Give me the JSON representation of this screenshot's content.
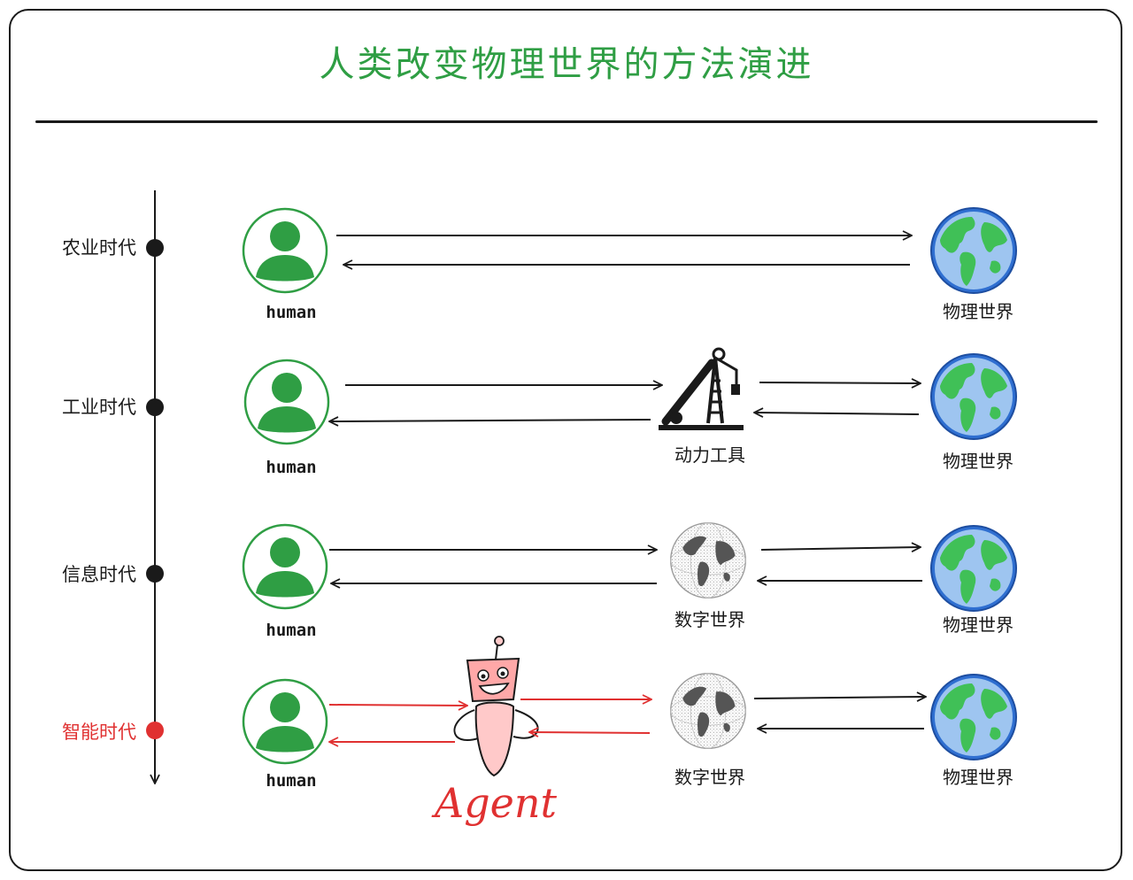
{
  "title": "人类改变物理世界的方法演进",
  "eras": [
    {
      "label": "农业时代",
      "highlight": false
    },
    {
      "label": "工业时代",
      "highlight": false
    },
    {
      "label": "信息时代",
      "highlight": false
    },
    {
      "label": "智能时代",
      "highlight": true
    }
  ],
  "labels": {
    "human": "human",
    "physical_world": "物理世界",
    "power_tools": "动力工具",
    "digital_world": "数字世界",
    "agent": "Agent"
  },
  "colors": {
    "title": "#2f9e44",
    "human_green": "#2f9e44",
    "highlight_red": "#e03131",
    "line_dark": "#1a1a1a",
    "globe_ocean": "#2f6fd1",
    "globe_land": "#40c057"
  },
  "icons": [
    "person-icon",
    "earth-globe-icon",
    "oil-derrick-icon",
    "wireframe-globe-icon",
    "robot-icon"
  ]
}
